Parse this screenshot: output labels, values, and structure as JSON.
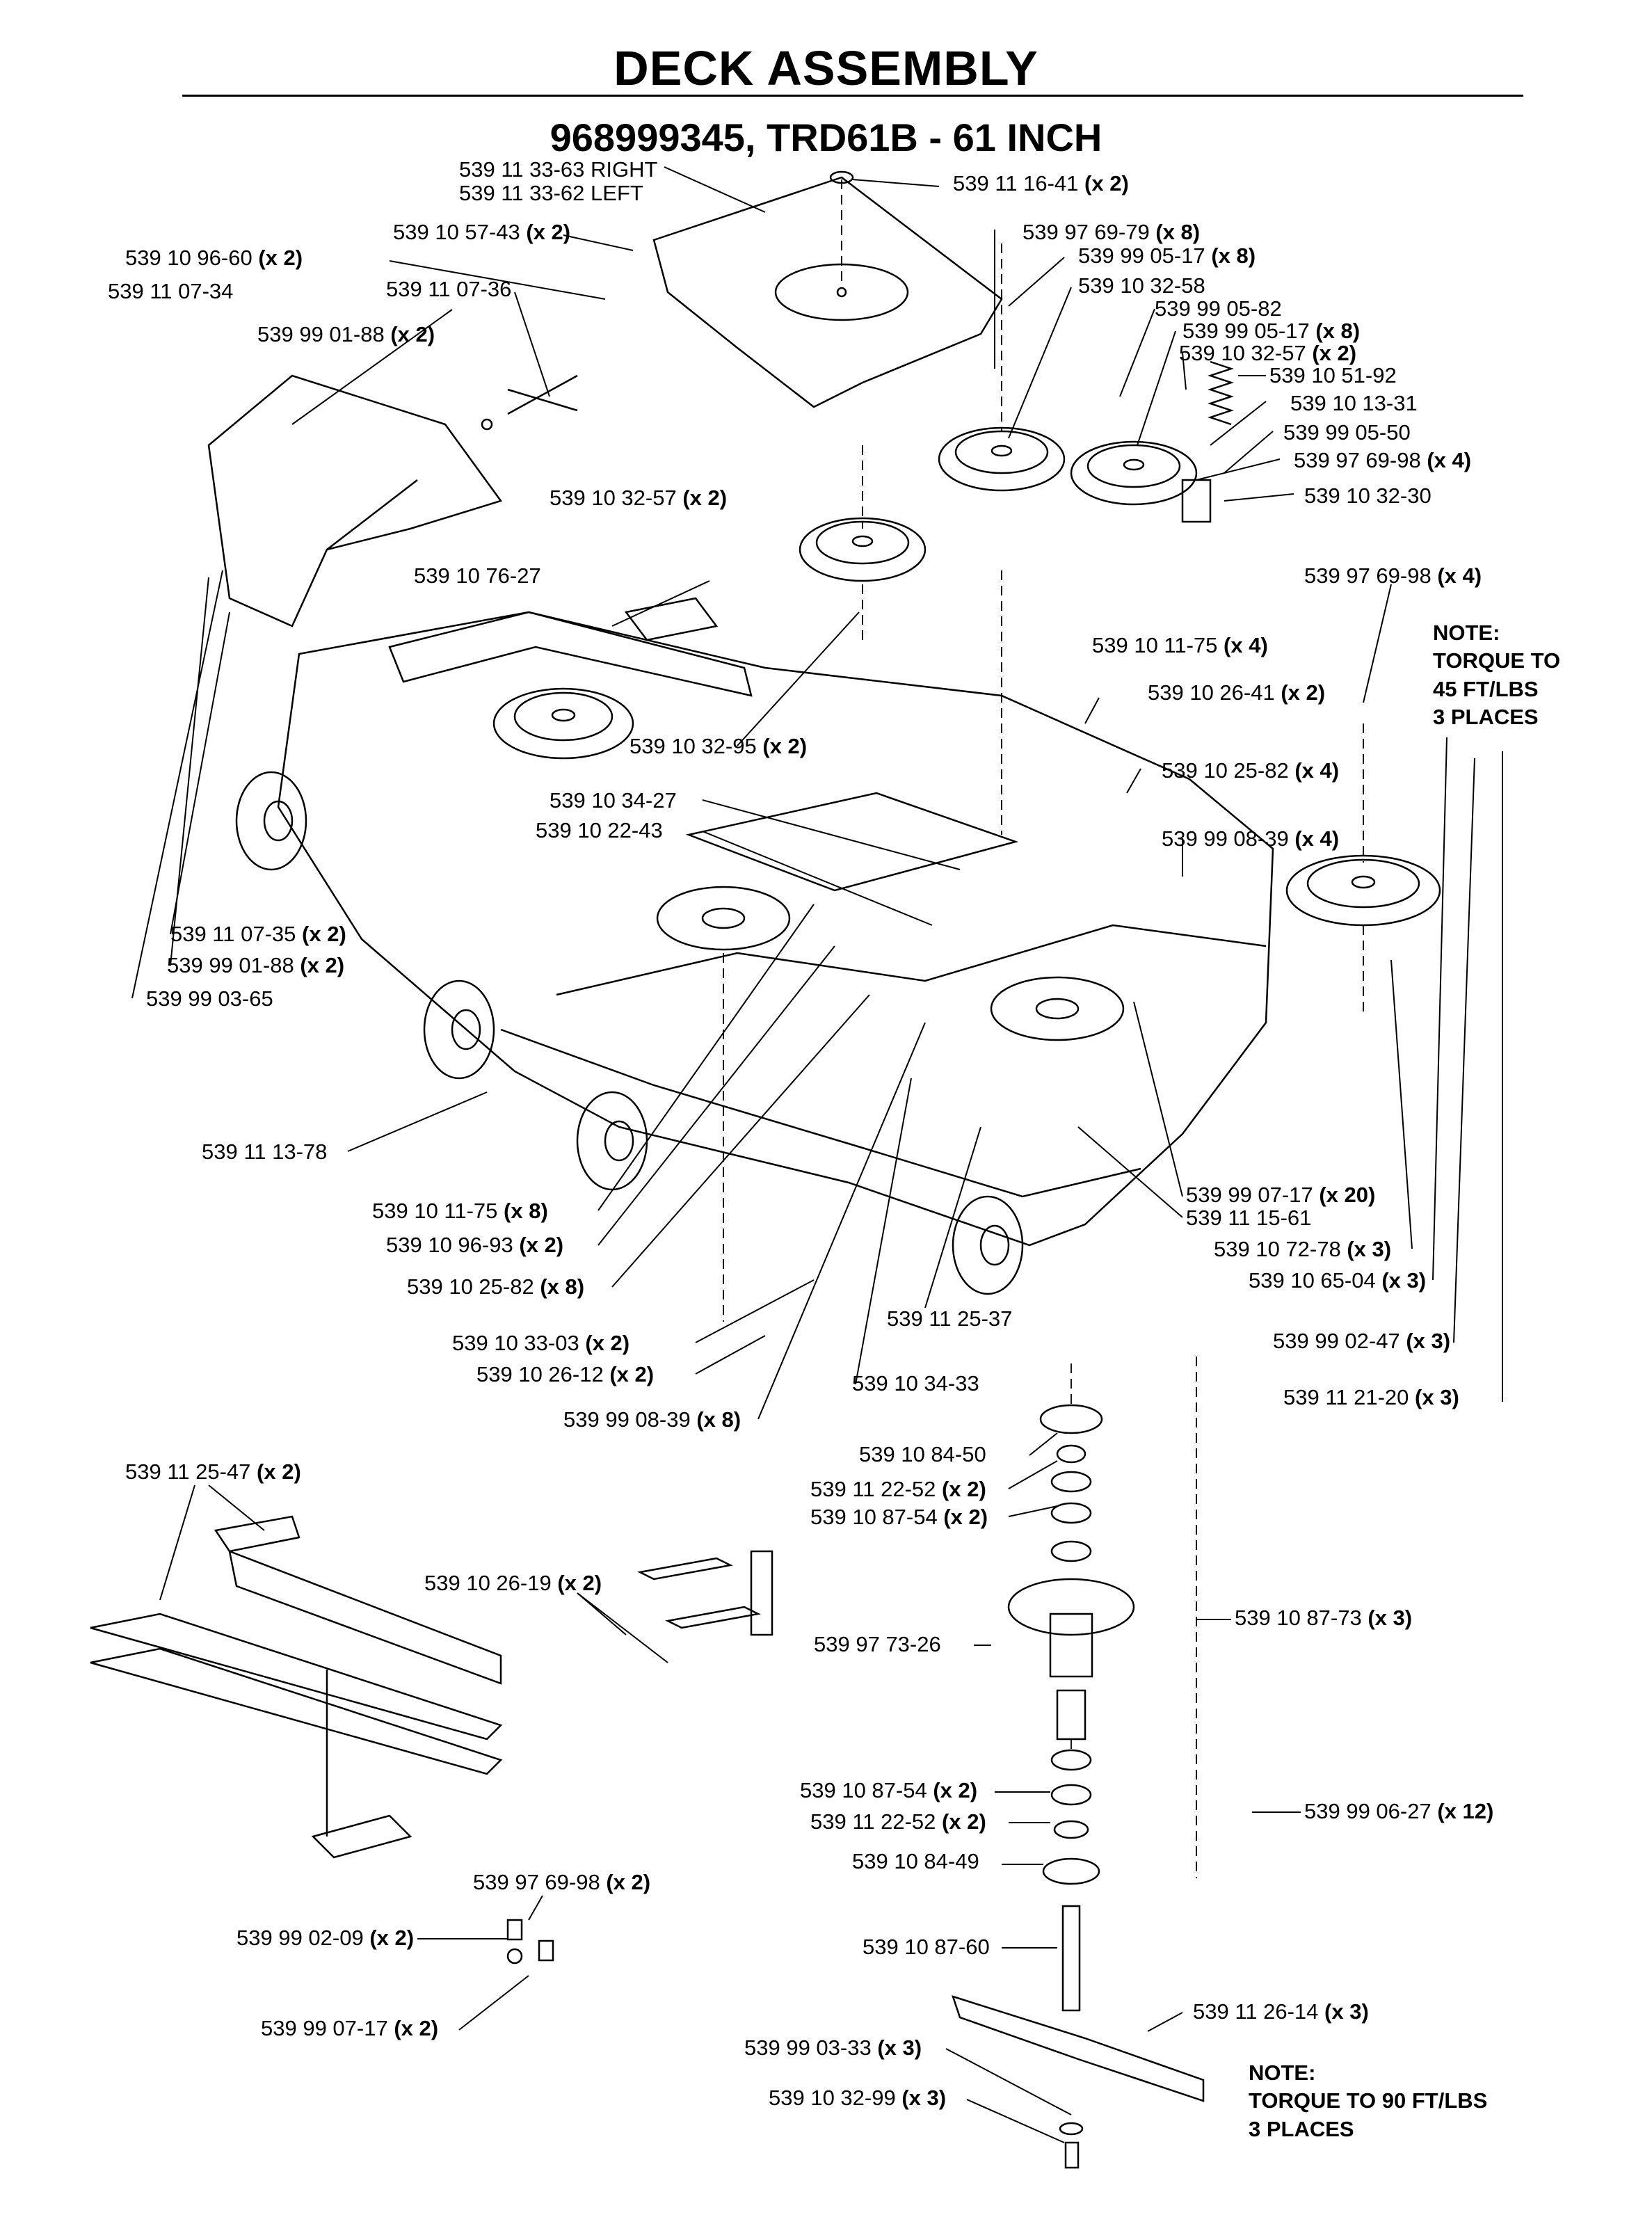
{
  "page": {
    "title": "DECK ASSEMBLY",
    "subtitle": "968999345, TRD61B - 61 INCH"
  },
  "labels": [
    {
      "id": "l01",
      "part": "539 11 33-63 RIGHT",
      "qty": ""
    },
    {
      "id": "l02",
      "part": "539 11 33-62 LEFT",
      "qty": ""
    },
    {
      "id": "l03",
      "part": "539 11 16-41",
      "qty": "(x 2)"
    },
    {
      "id": "l04",
      "part": "539 10 57-43",
      "qty": "(x 2)"
    },
    {
      "id": "l05",
      "part": "539 97 69-79",
      "qty": "(x 8)"
    },
    {
      "id": "l06",
      "part": "539 99 05-17",
      "qty": "(x 8)"
    },
    {
      "id": "l07",
      "part": "539 10 96-60",
      "qty": "(x 2)"
    },
    {
      "id": "l08",
      "part": "539 11 07-34",
      "qty": ""
    },
    {
      "id": "l09",
      "part": "539 11 07-36",
      "qty": ""
    },
    {
      "id": "l10",
      "part": "539 10 32-58",
      "qty": ""
    },
    {
      "id": "l11",
      "part": "539 99 05-82",
      "qty": ""
    },
    {
      "id": "l12",
      "part": "539 99 05-17",
      "qty": "(x 8)"
    },
    {
      "id": "l13",
      "part": "539 10 32-57",
      "qty": "(x 2)"
    },
    {
      "id": "l14",
      "part": "539 99 01-88",
      "qty": "(x 2)"
    },
    {
      "id": "l15",
      "part": "539 10 51-92",
      "qty": ""
    },
    {
      "id": "l16",
      "part": "539 10 13-31",
      "qty": ""
    },
    {
      "id": "l17",
      "part": "539 99 05-50",
      "qty": ""
    },
    {
      "id": "l18",
      "part": "539 97 69-98",
      "qty": "(x 4)"
    },
    {
      "id": "l19",
      "part": "539 10 32-57",
      "qty": "(x 2)"
    },
    {
      "id": "l20",
      "part": "539 10 32-30",
      "qty": ""
    },
    {
      "id": "l21",
      "part": "539 97 69-98",
      "qty": "(x 4)"
    },
    {
      "id": "l22",
      "part": "539 10 76-27",
      "qty": ""
    },
    {
      "id": "l23",
      "part": "539 10 11-75",
      "qty": "(x 4)"
    },
    {
      "id": "l24",
      "part": "539 10 26-41",
      "qty": "(x 2)"
    },
    {
      "id": "l25",
      "part": "539 10 32-95",
      "qty": "(x 2)"
    },
    {
      "id": "l26",
      "part": "539 10 25-82",
      "qty": "(x 4)"
    },
    {
      "id": "l27",
      "part": "539 10 34-27",
      "qty": ""
    },
    {
      "id": "l28",
      "part": "539 10 22-43",
      "qty": ""
    },
    {
      "id": "l29",
      "part": "539 99 08-39",
      "qty": "(x 4)"
    },
    {
      "id": "l30",
      "part": "539 11 07-35",
      "qty": "(x 2)"
    },
    {
      "id": "l31",
      "part": "539 99 01-88",
      "qty": "(x 2)"
    },
    {
      "id": "l32",
      "part": "539 99 03-65",
      "qty": ""
    },
    {
      "id": "l33",
      "part": "539 11 13-78",
      "qty": ""
    },
    {
      "id": "l34",
      "part": "539 99 07-17",
      "qty": "(x 20)"
    },
    {
      "id": "l35",
      "part": "539 11 15-61",
      "qty": ""
    },
    {
      "id": "l36",
      "part": "539 10 11-75",
      "qty": "(x 8)"
    },
    {
      "id": "l37",
      "part": "539 10 72-78",
      "qty": "(x 3)"
    },
    {
      "id": "l38",
      "part": "539 10 96-93",
      "qty": "(x 2)"
    },
    {
      "id": "l39",
      "part": "539 10 65-04",
      "qty": "(x 3)"
    },
    {
      "id": "l40",
      "part": "539 10 25-82",
      "qty": "(x 8)"
    },
    {
      "id": "l41",
      "part": "539 11 25-37",
      "qty": ""
    },
    {
      "id": "l42",
      "part": "539 99 02-47",
      "qty": "(x 3)"
    },
    {
      "id": "l43",
      "part": "539 10 33-03",
      "qty": "(x 2)"
    },
    {
      "id": "l44",
      "part": "539 10 26-12",
      "qty": "(x 2)"
    },
    {
      "id": "l45",
      "part": "539 10 34-33",
      "qty": ""
    },
    {
      "id": "l46",
      "part": "539 11 21-20",
      "qty": "(x 3)"
    },
    {
      "id": "l47",
      "part": "539 99 08-39",
      "qty": "(x 8)"
    },
    {
      "id": "l48",
      "part": "539 10 84-50",
      "qty": ""
    },
    {
      "id": "l49",
      "part": "539 11 25-47",
      "qty": "(x 2)"
    },
    {
      "id": "l50",
      "part": "539 11 22-52",
      "qty": "(x 2)"
    },
    {
      "id": "l51",
      "part": "539 10 87-54",
      "qty": "(x 2)"
    },
    {
      "id": "l52",
      "part": "539 10 26-19",
      "qty": "(x 2)"
    },
    {
      "id": "l53",
      "part": "539 10 87-73",
      "qty": "(x 3)"
    },
    {
      "id": "l54",
      "part": "539 97 73-26",
      "qty": ""
    },
    {
      "id": "l55",
      "part": "539 10 87-54",
      "qty": "(x 2)"
    },
    {
      "id": "l56",
      "part": "539 99 06-27",
      "qty": "(x 12)"
    },
    {
      "id": "l57",
      "part": "539 11 22-52",
      "qty": "(x 2)"
    },
    {
      "id": "l58",
      "part": "539 10 84-49",
      "qty": ""
    },
    {
      "id": "l59",
      "part": "539 97 69-98",
      "qty": "(x 2)"
    },
    {
      "id": "l60",
      "part": "539 99 02-09",
      "qty": "(x 2)"
    },
    {
      "id": "l61",
      "part": "539 10 87-60",
      "qty": ""
    },
    {
      "id": "l62",
      "part": "539 99 07-17",
      "qty": "(x 2)"
    },
    {
      "id": "l63",
      "part": "539 11 26-14",
      "qty": "(x 3)"
    },
    {
      "id": "l64",
      "part": "539 99 03-33",
      "qty": "(x 3)"
    },
    {
      "id": "l65",
      "part": "539 10 32-99",
      "qty": "(x 3)"
    }
  ],
  "notes": {
    "top": [
      "NOTE:",
      "TORQUE TO",
      "45 FT/LBS",
      "3 PLACES"
    ],
    "bottom": [
      "NOTE:",
      "TORQUE TO 90 FT/LBS",
      "3 PLACES"
    ]
  }
}
